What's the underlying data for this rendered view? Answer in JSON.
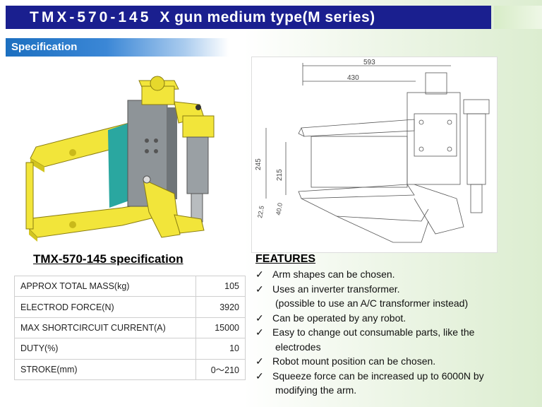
{
  "header": {
    "model": "TMX-570-145",
    "title": "X gun medium type(M series)"
  },
  "section_tab": "Specification",
  "spec_heading": "TMX-570-145 specification",
  "spec_rows": [
    {
      "label": "APPROX TOTAL MASS(kg)",
      "value": "105"
    },
    {
      "label": "ELECTROD FORCE(N)",
      "value": "3920"
    },
    {
      "label": "MAX SHORTCIRCUIT CURRENT(A)",
      "value": "15000"
    },
    {
      "label": "DUTY(%)",
      "value": "10"
    },
    {
      "label": "STROKE(mm)",
      "value": "0～210"
    }
  ],
  "features_heading": "FEATURES",
  "features": [
    {
      "line": "Arm shapes can be chosen.",
      "cont": ""
    },
    {
      "line": "Uses an inverter transformer.",
      "cont": "(possible to use an A/C transformer instead)"
    },
    {
      "line": "Can be operated by any robot.",
      "cont": ""
    },
    {
      "line": "Easy to change out consumable parts, like the",
      "cont": "electrodes"
    },
    {
      "line": "Robot mount position can be chosen.",
      "cont": ""
    },
    {
      "line": "Squeeze force can be increased up to 6000N by",
      "cont": "modifying the arm."
    }
  ],
  "drawing_dims": {
    "d1": "593",
    "d2": "430",
    "d3": "245",
    "d4": "215",
    "d5": "22.5",
    "d6": "40.0"
  },
  "colors": {
    "title_bar": "#1a1f8f",
    "tab": "#1c6fc0",
    "gun_yellow": "#f2e53a",
    "gun_grey": "#8e9498",
    "gun_teal": "#2aa7a0"
  }
}
